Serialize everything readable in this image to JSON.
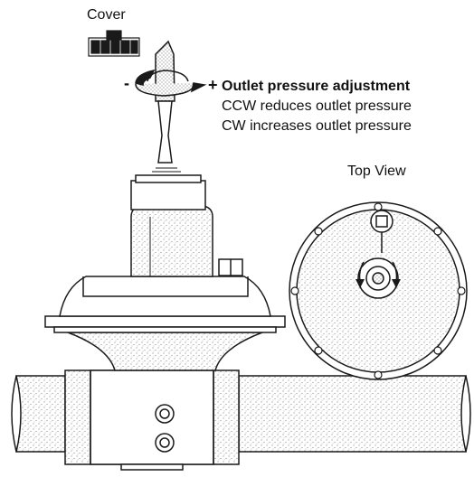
{
  "labels": {
    "cover": "Cover",
    "minus_sign": "-",
    "plus_sign": "+",
    "outlet_adjustment": "Outlet pressure adjustment",
    "ccw_note": "CCW reduces outlet pressure",
    "cw_note": "CW increases outlet pressure",
    "top_view": "Top View"
  },
  "colors": {
    "line": "#1a1a1a",
    "stipple": "#9a9a9a",
    "background": "#ffffff"
  },
  "icons": {
    "screwdriver": "screwdriver-icon",
    "rotation_arrow": "rotation-arrow-icon",
    "cover_cap": "cover-cap-icon"
  }
}
